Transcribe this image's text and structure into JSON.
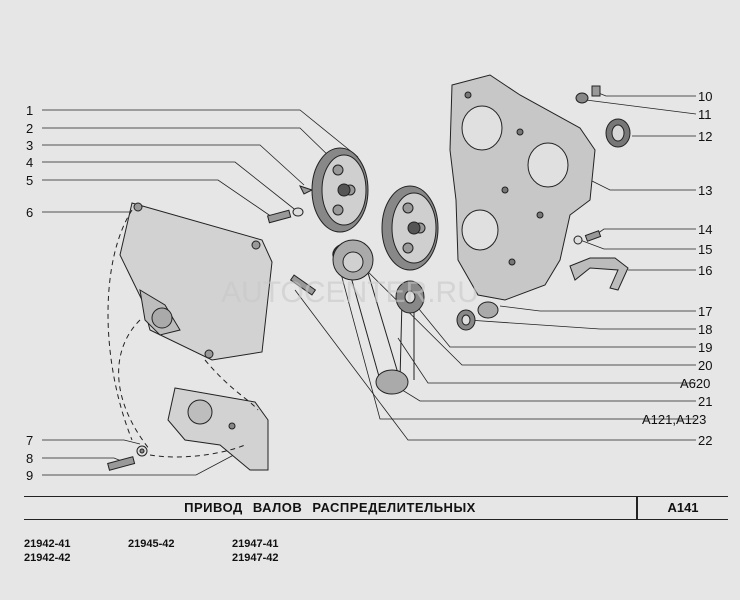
{
  "callouts_left": [
    "1",
    "2",
    "3",
    "4",
    "5",
    "6",
    "7",
    "8",
    "9"
  ],
  "callouts_right": [
    "10",
    "11",
    "12",
    "13",
    "14",
    "15",
    "16",
    "17",
    "18",
    "19",
    "20",
    "A620",
    "21",
    "A121,A123",
    "22"
  ],
  "watermark": "AUTOCENTER.RU",
  "title": "ПРИВОД ВАЛОВ РАСПРЕДЕЛИТЕЛЬНЫХ",
  "section_code": "A141",
  "models": {
    "col1": [
      "21942-41",
      "21942-42"
    ],
    "col2": [
      "21945-42"
    ],
    "col3": [
      "21947-41",
      "21947-42"
    ]
  },
  "colors": {
    "background": "#e6e6e6",
    "line": "#111111",
    "part_fill": "#cfcfcf",
    "part_dark": "#8a8a8a"
  }
}
